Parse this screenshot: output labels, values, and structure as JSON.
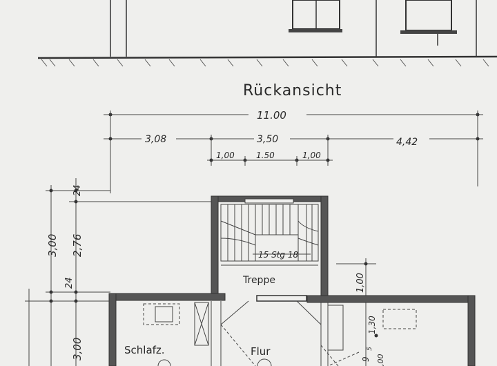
{
  "elevation": {
    "title": "Rückansicht"
  },
  "dimensions": {
    "overall": "11.00",
    "left": "3,08",
    "middle": "3,50",
    "right": "4,42",
    "sub_left": "1,00",
    "sub_mid": "1.50",
    "sub_right": "1,00",
    "v_top": "24",
    "v_total": "3,00",
    "v_inner": "2,76",
    "v_mid": "24",
    "v_lower": "3,00",
    "right_v": "1,00",
    "room_v": "1,30",
    "small_v1": "9",
    "small_v2": "5",
    "small_v3": ",00"
  },
  "stair": {
    "label": "15 Stg 18"
  },
  "rooms": {
    "stair_hall": "Treppe",
    "bedroom": "Schlafz.",
    "hall": "Flur"
  }
}
